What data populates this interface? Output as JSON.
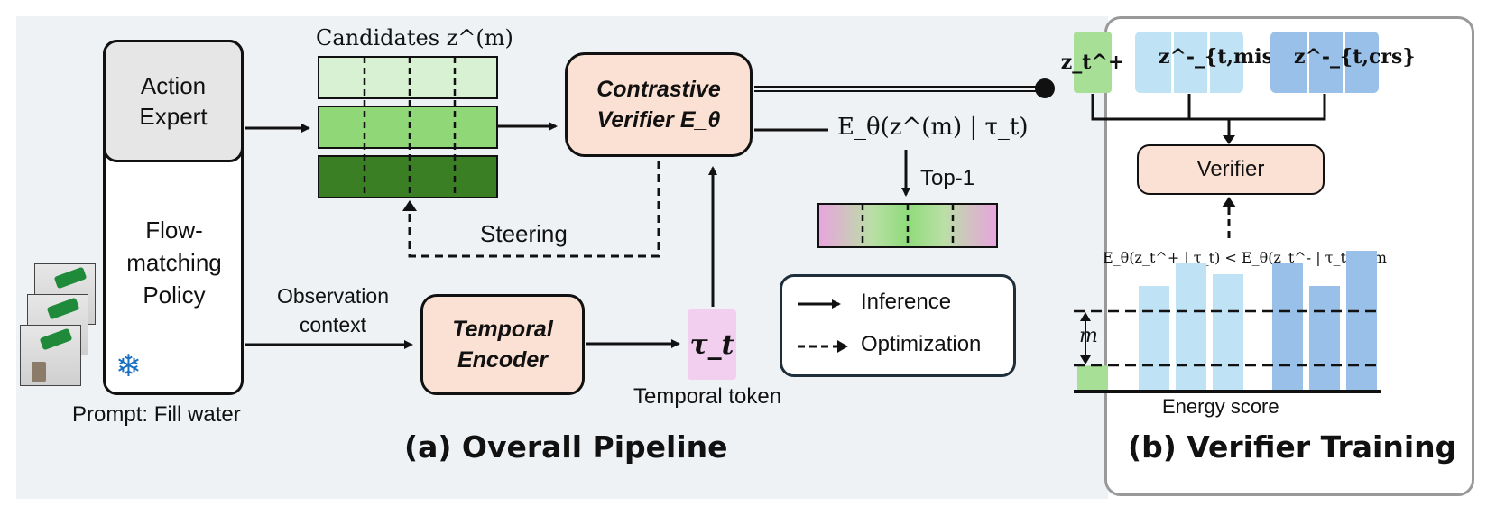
{
  "panel_a": {
    "title": "(a) Overall Pipeline",
    "policy_box": {
      "top_label": "Action Expert",
      "bottom_label": "Flow-matching Policy",
      "frozen_icon": "snowflake-icon"
    },
    "prompt_label": "Prompt: Fill water",
    "candidates_label": "Candidates z^(m)",
    "verifier_label": "Contrastive Verifier E_θ",
    "energy_label": "E_θ(z^(m) | τ_t)",
    "top1_label": "Top-1",
    "steering_label": "Steering",
    "observation_label": "Observation context",
    "temporal_encoder_label": "Temporal Encoder",
    "token_label": "τ_t",
    "temporal_token_label": "Temporal token",
    "legend": {
      "inference_label": "Inference",
      "optimization_label": "Optimization"
    },
    "colors": {
      "candidate_light": "#d8f1d3",
      "candidate_mid": "#90d778",
      "candidate_dark": "#3a7f24",
      "verifier_fill": "#fbe1d3",
      "token_fill": "#f2cfee",
      "gray_box": "#e6e6e6"
    }
  },
  "panel_b": {
    "title": "(b) Verifier Training",
    "pos_label": "z_t^+",
    "neg_mis_label": "z^-_{t,mis}",
    "neg_crs_label": "z^-_{t,crs}",
    "verifier_label": "Verifier",
    "margin_equation": "E_θ(z_t^+ | τ_t) < E_θ(z_t^- | τ_t) − m",
    "margin_label": "m",
    "axis_label": "Energy score",
    "colors": {
      "positive": "#a8df96",
      "negative_mis": "#bfe3f5",
      "negative_crs": "#99c0e8"
    }
  },
  "chart_data": {
    "type": "bar",
    "xlabel": "Energy score",
    "series": [
      {
        "name": "z_t^+",
        "values": [
          0.22
        ]
      },
      {
        "name": "z^-_{t,mis}",
        "values": [
          0.9,
          1.1,
          1.0
        ]
      },
      {
        "name": "z^-_{t,crs}",
        "values": [
          1.1,
          0.9,
          1.2
        ]
      }
    ]
  }
}
